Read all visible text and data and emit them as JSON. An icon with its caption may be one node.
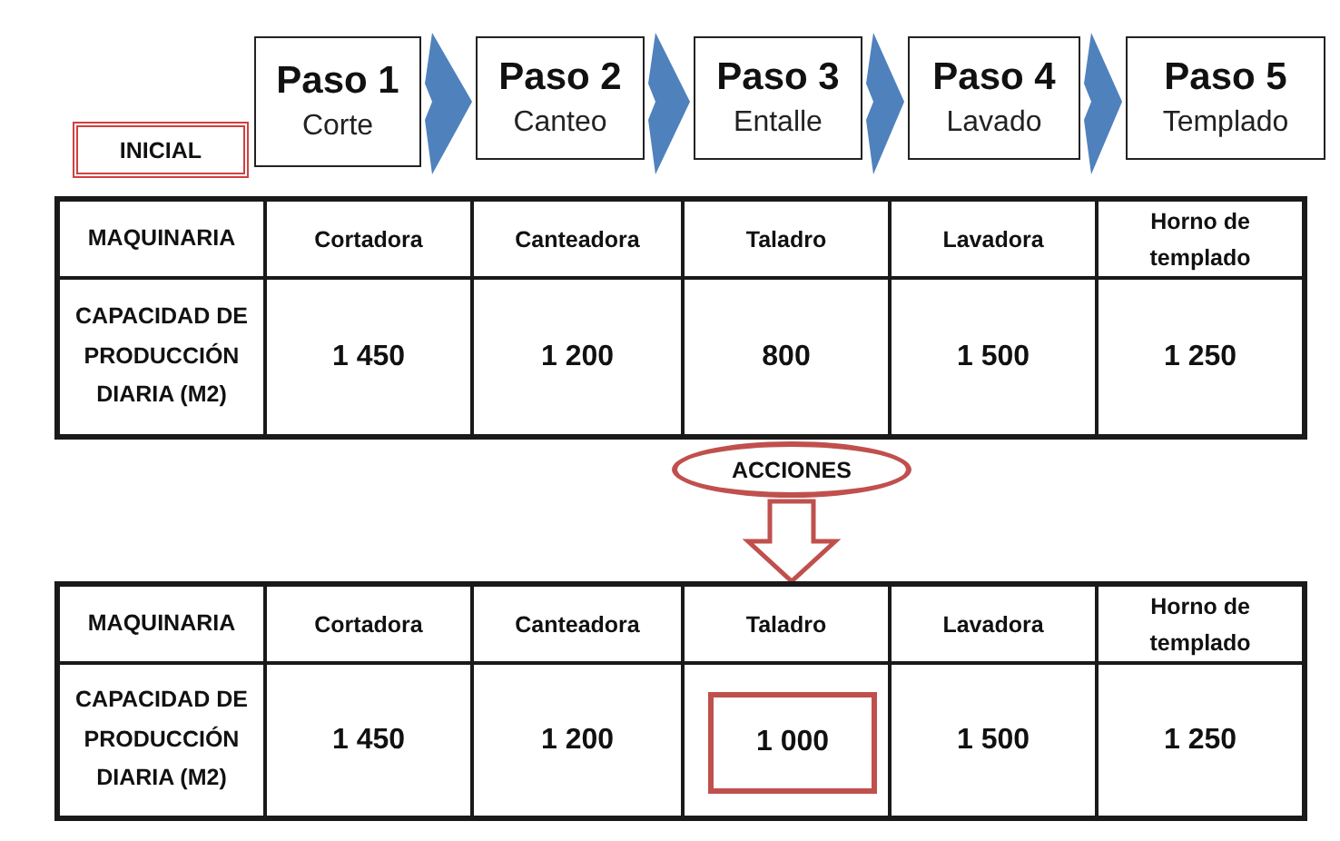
{
  "diagram": {
    "nodes": [
      {
        "text": [
          "INICIAL"
        ]
      },
      {
        "text": [
          "Paso 1",
          "Corte"
        ]
      },
      {
        "text": [
          "Paso 2",
          "Canteo"
        ]
      },
      {
        "text": [
          "Paso 3",
          "Entalle"
        ]
      },
      {
        "text": [
          "Paso 4",
          "Lavado"
        ]
      },
      {
        "text": [
          "Paso 5",
          "Templado"
        ]
      },
      {
        "text": [
          "ACCIONES"
        ]
      },
      {
        "text": [
          "1 000"
        ]
      }
    ],
    "edges": [
      {
        "from": 1,
        "to": 2,
        "arrow": "to"
      },
      {
        "from": 2,
        "to": 3,
        "arrow": "to"
      },
      {
        "from": 3,
        "to": 4,
        "arrow": "to"
      },
      {
        "from": 4,
        "to": 5,
        "arrow": "to"
      },
      {
        "from": 6,
        "to": null,
        "arrow": "to"
      }
    ],
    "labels": [
      "MAQUINARIA",
      "Cortadora",
      "Canteadora",
      "Taladro",
      "Lavadora",
      "Horno de templado",
      "CAPACIDAD DE PRODUCCIÓN DIARIA (M2)",
      "1 450",
      "1 200",
      "800",
      "1 500",
      "1 250",
      "MAQUINARIA",
      "Cortadora",
      "Canteadora",
      "Taladro",
      "Lavadora",
      "Horno de templado",
      "CAPACIDAD DE PRODUCCIÓN DIARIA (M2)",
      "1 450",
      "1 200",
      "1 500",
      "1 250"
    ]
  }
}
